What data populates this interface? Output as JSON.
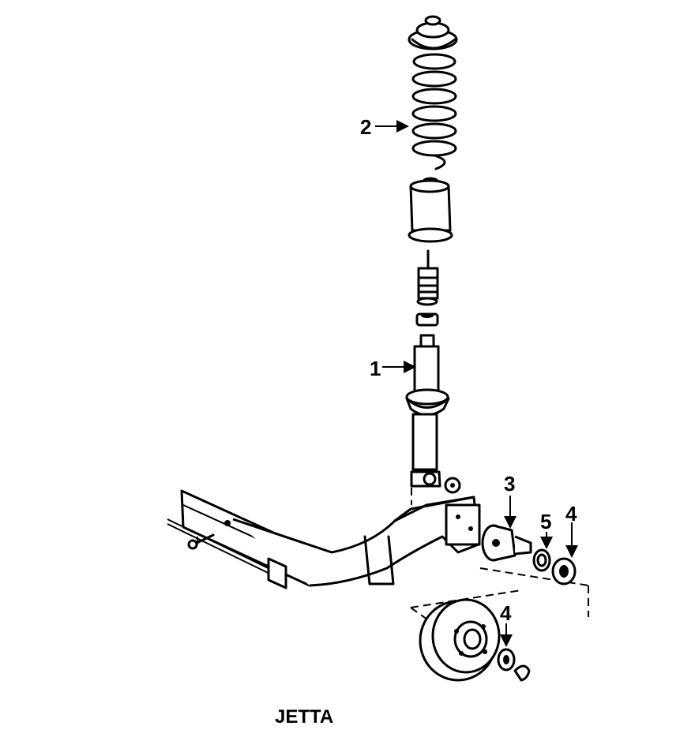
{
  "callouts": {
    "one": "1",
    "two": "2",
    "three": "3",
    "four_top": "4",
    "five": "5",
    "four_bottom": "4"
  },
  "caption": "JETTA"
}
